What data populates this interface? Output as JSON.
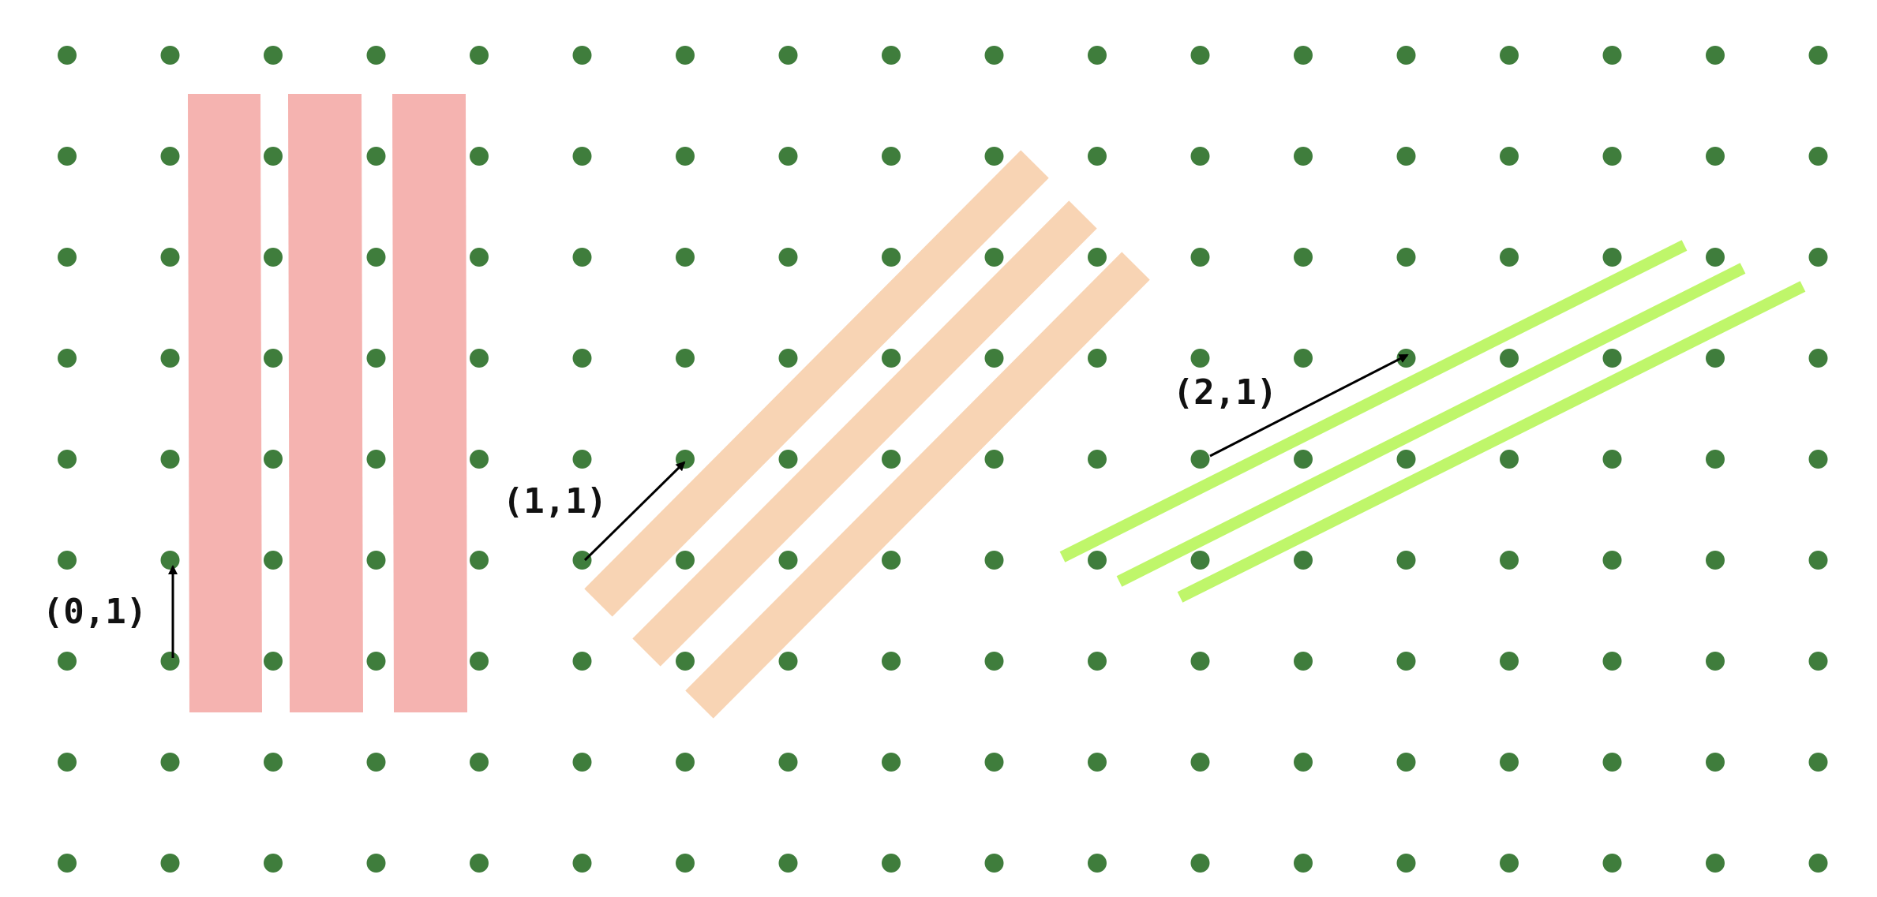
{
  "lattice": {
    "columns": 18,
    "rows": 9,
    "dot_color": "#3f7d3c"
  },
  "families": [
    {
      "id": "vertical",
      "label": "(0,1)",
      "vector": [
        0,
        1
      ],
      "color": "#f5b3b0"
    },
    {
      "id": "diagonal",
      "label": "(1,1)",
      "vector": [
        1,
        1
      ],
      "color": "#f8d4b4"
    },
    {
      "id": "shallow",
      "label": "(2,1)",
      "vector": [
        2,
        1
      ],
      "color": "#bff66a"
    }
  ],
  "arrow_color": "#000000"
}
